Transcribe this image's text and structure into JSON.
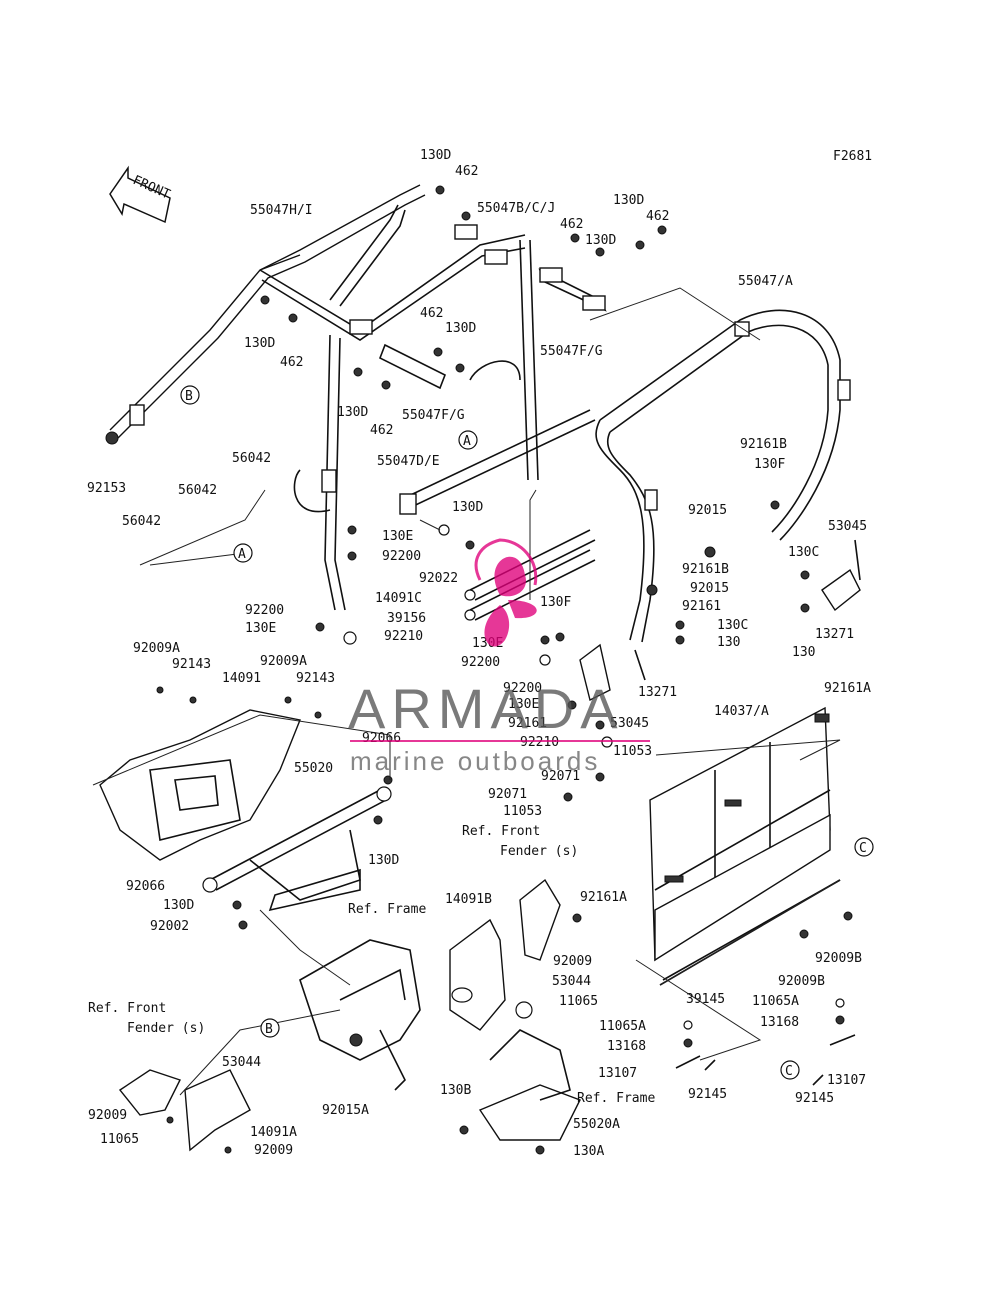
{
  "figure_code": "F2681",
  "front_label": "FRONT",
  "callouts": {
    "A": "A",
    "B": "B",
    "C": "C"
  },
  "watermark": {
    "brand": "ARMADA",
    "tagline": "marine outboards",
    "accent_color": "#e0007a"
  },
  "labels": [
    {
      "id": "l1",
      "text": "130D"
    },
    {
      "id": "l2",
      "text": "462"
    },
    {
      "id": "l3",
      "text": "55047H/I"
    },
    {
      "id": "l4",
      "text": "55047B/C/J"
    },
    {
      "id": "l5",
      "text": "462"
    },
    {
      "id": "l6",
      "text": "130D"
    },
    {
      "id": "l7",
      "text": "130D"
    },
    {
      "id": "l8",
      "text": "462"
    },
    {
      "id": "l9",
      "text": "55047/A"
    },
    {
      "id": "l10",
      "text": "130D"
    },
    {
      "id": "l11",
      "text": "462"
    },
    {
      "id": "l12",
      "text": "462"
    },
    {
      "id": "l13",
      "text": "130D"
    },
    {
      "id": "l14",
      "text": "55047F/G"
    },
    {
      "id": "l15",
      "text": "130D"
    },
    {
      "id": "l16",
      "text": "55047F/G"
    },
    {
      "id": "l17",
      "text": "462"
    },
    {
      "id": "l18",
      "text": "92153"
    },
    {
      "id": "l19",
      "text": "56042"
    },
    {
      "id": "l20",
      "text": "56042"
    },
    {
      "id": "l21",
      "text": "56042"
    },
    {
      "id": "l22",
      "text": "55047D/E"
    },
    {
      "id": "l23",
      "text": "130D"
    },
    {
      "id": "l24",
      "text": "92161B"
    },
    {
      "id": "l25",
      "text": "130F"
    },
    {
      "id": "l26",
      "text": "92015"
    },
    {
      "id": "l27",
      "text": "53045"
    },
    {
      "id": "l28",
      "text": "130E"
    },
    {
      "id": "l29",
      "text": "92200"
    },
    {
      "id": "l30",
      "text": "92022"
    },
    {
      "id": "l31",
      "text": "130C"
    },
    {
      "id": "l32",
      "text": "92161B"
    },
    {
      "id": "l33",
      "text": "92015"
    },
    {
      "id": "l34",
      "text": "14091C"
    },
    {
      "id": "l35",
      "text": "39156"
    },
    {
      "id": "l36",
      "text": "130F"
    },
    {
      "id": "l37",
      "text": "92161"
    },
    {
      "id": "l38",
      "text": "13271"
    },
    {
      "id": "l39",
      "text": "130"
    },
    {
      "id": "l40",
      "text": "92200"
    },
    {
      "id": "l41",
      "text": "130E"
    },
    {
      "id": "l42",
      "text": "92210"
    },
    {
      "id": "l43",
      "text": "130E"
    },
    {
      "id": "l44",
      "text": "92200"
    },
    {
      "id": "l45",
      "text": "130C"
    },
    {
      "id": "l46",
      "text": "130"
    },
    {
      "id": "l47",
      "text": "13271"
    },
    {
      "id": "l48",
      "text": "92009A"
    },
    {
      "id": "l49",
      "text": "92143"
    },
    {
      "id": "l50",
      "text": "92009A"
    },
    {
      "id": "l51",
      "text": "14091"
    },
    {
      "id": "l52",
      "text": "92143"
    },
    {
      "id": "l53",
      "text": "92200"
    },
    {
      "id": "l54",
      "text": "130E"
    },
    {
      "id": "l55",
      "text": "92161"
    },
    {
      "id": "l56",
      "text": "53045"
    },
    {
      "id": "l57",
      "text": "92161A"
    },
    {
      "id": "l58",
      "text": "14037/A"
    },
    {
      "id": "l59",
      "text": "92210"
    },
    {
      "id": "l60",
      "text": "11053"
    },
    {
      "id": "l61",
      "text": "92066"
    },
    {
      "id": "l62",
      "text": "55020"
    },
    {
      "id": "l63",
      "text": "92071"
    },
    {
      "id": "l64",
      "text": "92071"
    },
    {
      "id": "l65",
      "text": "11053"
    },
    {
      "id": "l66",
      "text": "Ref. Front"
    },
    {
      "id": "l67",
      "text": "Fender (s)"
    },
    {
      "id": "l68",
      "text": "130D"
    },
    {
      "id": "l69",
      "text": "92066"
    },
    {
      "id": "l70",
      "text": "92161A"
    },
    {
      "id": "l71",
      "text": "130D"
    },
    {
      "id": "l72",
      "text": "14091B"
    },
    {
      "id": "l73",
      "text": "Ref. Frame"
    },
    {
      "id": "l74",
      "text": "92002"
    },
    {
      "id": "l75",
      "text": "92009B"
    },
    {
      "id": "l76",
      "text": "92009"
    },
    {
      "id": "l77",
      "text": "92009B"
    },
    {
      "id": "l78",
      "text": "53044"
    },
    {
      "id": "l79",
      "text": "39145"
    },
    {
      "id": "l80",
      "text": "11065"
    },
    {
      "id": "l81",
      "text": "11065A"
    },
    {
      "id": "l82",
      "text": "Ref. Front"
    },
    {
      "id": "l83",
      "text": "13168"
    },
    {
      "id": "l84",
      "text": "Fender (s)"
    },
    {
      "id": "l85",
      "text": "11065A"
    },
    {
      "id": "l86",
      "text": "13168"
    },
    {
      "id": "l87",
      "text": "53044"
    },
    {
      "id": "l88",
      "text": "13107"
    },
    {
      "id": "l89",
      "text": "92145"
    },
    {
      "id": "l90",
      "text": "13107"
    },
    {
      "id": "l91",
      "text": "92145"
    },
    {
      "id": "l92",
      "text": "92015A"
    },
    {
      "id": "l93",
      "text": "130B"
    },
    {
      "id": "l94",
      "text": "Ref. Frame"
    },
    {
      "id": "l95",
      "text": "55020A"
    },
    {
      "id": "l96",
      "text": "92009"
    },
    {
      "id": "l97",
      "text": "14091A"
    },
    {
      "id": "l98",
      "text": "11065"
    },
    {
      "id": "l99",
      "text": "92009"
    },
    {
      "id": "l100",
      "text": "130A"
    }
  ]
}
